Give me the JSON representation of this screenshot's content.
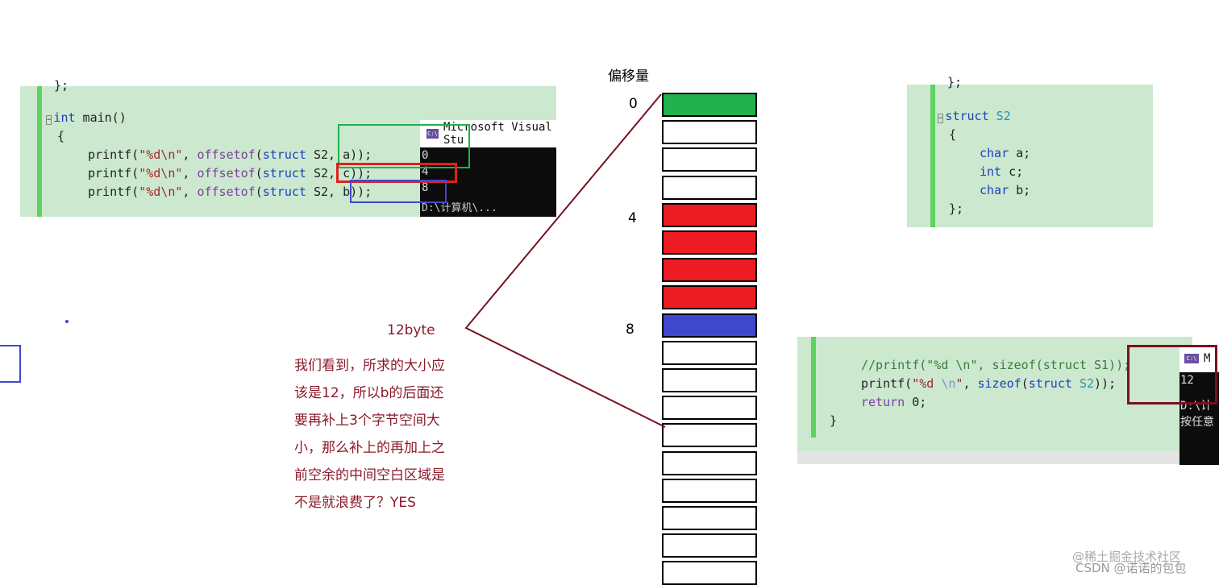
{
  "offset_header": "偏移量",
  "offset_labels": [
    "0",
    "4",
    "8"
  ],
  "memory_cells": [
    "green",
    "white",
    "white",
    "white",
    "red",
    "red",
    "red",
    "red",
    "blue",
    "white",
    "white",
    "white",
    "white",
    "white",
    "white",
    "white",
    "white",
    "white"
  ],
  "colors": {
    "green": "#22b14c",
    "red": "#ed1c24",
    "blue": "#3f48cc",
    "white": "#ffffff",
    "line": "#7a1020"
  },
  "size_label": "12byte",
  "note_lines": [
    "我们看到，所求的大小应",
    "该是12，所以b的后面还",
    "要再补上3个字节空间大",
    "小，那么补上的再加上之",
    "前空余的中间空白区域是",
    "不是就浪费了？YES"
  ],
  "left_code": {
    "closing": "};",
    "main": "int main()",
    "brace": "{",
    "lines": [
      {
        "fmt": "\"%d\\n\"",
        "member": "a"
      },
      {
        "fmt": "\"%d\\n\"",
        "member": "c"
      },
      {
        "fmt": "\"%d\\n\"",
        "member": "b"
      }
    ],
    "printf": "printf",
    "offsetof": "offsetof",
    "struct": "struct",
    "type": "S2"
  },
  "left_console": {
    "title": "Microsoft Visual Stu",
    "output": [
      "0",
      "4",
      "8"
    ],
    "cut": "D:\\计算机\\..."
  },
  "struct_code": {
    "closing": "};",
    "decl_kw": "struct",
    "name": "S2",
    "open": "{",
    "members": [
      {
        "type": "char",
        "name": "a;"
      },
      {
        "type": "int",
        "name": "c;"
      },
      {
        "type": "char",
        "name": "b;"
      }
    ],
    "end": "};"
  },
  "right_code": {
    "comment": "//printf(\"%d \\n\", sizeof(struct S1));",
    "printf": "printf(",
    "fmt1": "\"%d ",
    "fmt2": "\\n",
    "fmt3": "\"",
    ", sizeof": ", ",
    "sizeof": "sizeof(struct ",
    "type": "S2",
    "tail": "));",
    "ret": "return",
    "zero": " 0;",
    "close": "}"
  },
  "right_console": {
    "title": "M",
    "output": "12",
    "line1": "D:\\计",
    "line2": "按任意"
  },
  "watermark": {
    "line1": "@稀土掘金技术社区",
    "line2": "CSDN @诺诺的包包"
  }
}
